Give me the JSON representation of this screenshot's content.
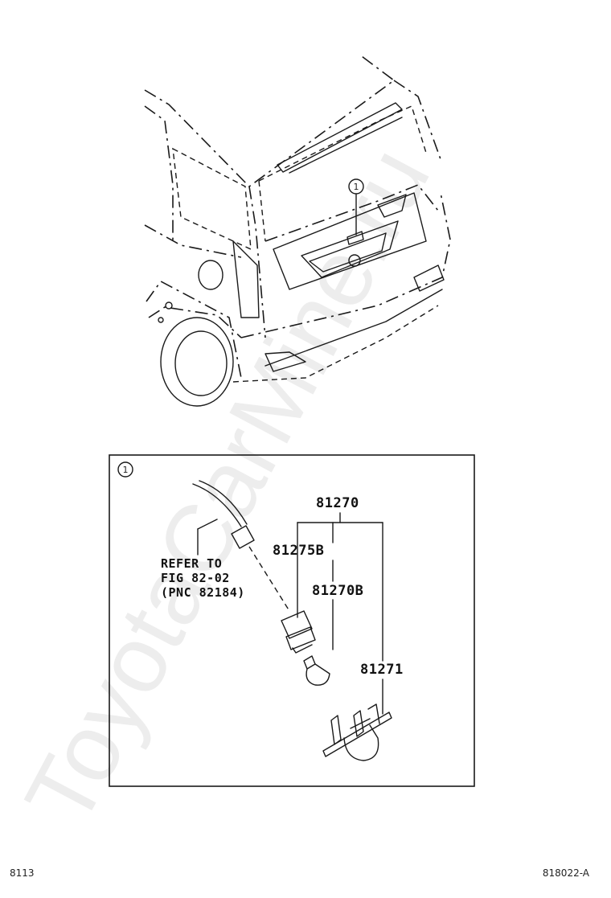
{
  "watermark": "ToyotaCarMine.ru",
  "callout_marker": "1",
  "detail_marker": "1",
  "parts": {
    "assembly": "81270",
    "socket": "81275B",
    "bulb": "81270B",
    "lens": "81271"
  },
  "reference": {
    "line1": "REFER TO",
    "line2": "FIG 82-02",
    "line3": "(PNC 82184)"
  },
  "footer": {
    "left_code": "8113",
    "right_code": "818022-A"
  }
}
